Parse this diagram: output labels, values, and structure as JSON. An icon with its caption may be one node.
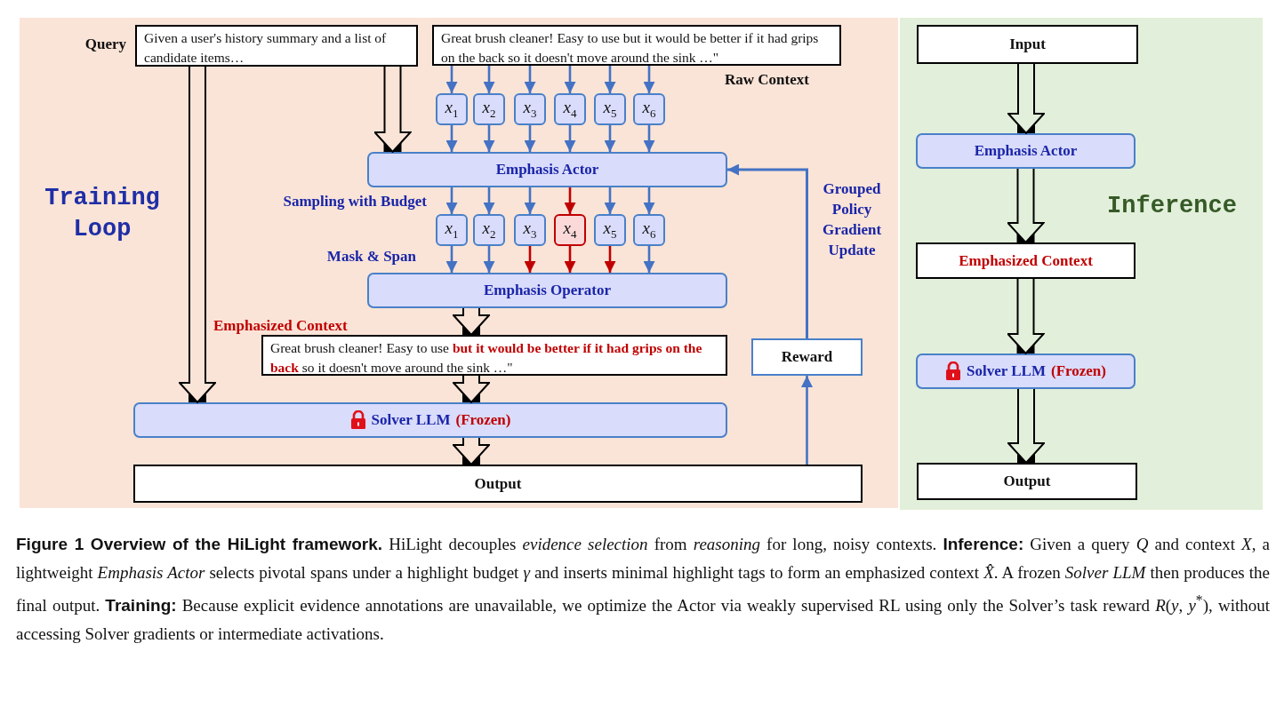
{
  "diagram": {
    "caption": "**Figure 1  Overview of the HiLight framework.** HiLight decouples *evidence selection* from *reasoning* for long, noisy contexts. **Inference:** Given a query *Q* and context *X*, a lightweight *Emphasis Actor* selects pivotal spans under a highlight budget *γ* and inserts minimal highlight tags to form an emphasized context *X̂*. A frozen *Solver LLM* then produces the final output. **Training:** Because explicit evidence annotations are unavailable, we optimize the Actor via weakly supervised RL using only the Solver’s task reward *R*(*y*, *y*$^{*}$), without accessing Solver gradients or intermediate activations.",
    "nodes": [
      {
        "text": [
          "Training Loop"
        ]
      },
      {
        "text": [
          "Inference"
        ]
      },
      {
        "text": [
          "Given a user's history summary and a list of candidate items…"
        ],
        "beside": [
          "Query"
        ],
        "in": 0
      },
      {
        "text": [
          "Great brush cleaner! Easy to use but it would be better if it had grips on the back so it doesn't move around the sink …\""
        ],
        "beside": [
          "Raw Context"
        ],
        "in": 0
      },
      {
        "text": [
          "*x*$_{1}$"
        ],
        "in": 0
      },
      {
        "text": [
          "*x*$_{2}$"
        ],
        "in": 0
      },
      {
        "text": [
          "*x*$_{3}$"
        ],
        "in": 0
      },
      {
        "text": [
          "*x*$_{4}$"
        ],
        "in": 0
      },
      {
        "text": [
          "*x*$_{5}$"
        ],
        "in": 0
      },
      {
        "text": [
          "*x*$_{6}$"
        ],
        "in": 0
      },
      {
        "text": [
          "Emphasis Actor"
        ],
        "in": 0
      },
      {
        "text": [
          "*x*$_{1}$"
        ],
        "in": 0
      },
      {
        "text": [
          "*x*$_{2}$"
        ],
        "in": 0
      },
      {
        "text": [
          "*x*$_{3}$"
        ],
        "in": 0
      },
      {
        "text": [
          "*x*$_{4}$"
        ],
        "in": 0
      },
      {
        "text": [
          "*x*$_{5}$"
        ],
        "in": 0
      },
      {
        "text": [
          "*x*$_{6}$"
        ],
        "in": 0
      },
      {
        "text": [
          "Emphasis Operator"
        ],
        "in": 0
      },
      {
        "text": [
          "Great brush cleaner! Easy to use **but it would be better if it had grips on the back** so it doesn't move around the sink …\""
        ],
        "beside": [
          "Emphasized Context"
        ],
        "in": 0
      },
      {
        "text": [
          "Solver LLM",
          "(Frozen)"
        ],
        "in": 0
      },
      {
        "text": [
          "Reward"
        ],
        "in": 0
      },
      {
        "text": [
          "Output"
        ],
        "in": 0
      },
      {
        "text": [
          "Input"
        ],
        "in": 1
      },
      {
        "text": [
          "Emphasis Actor"
        ],
        "in": 1
      },
      {
        "text": [
          "Emphasized Context"
        ],
        "in": 1
      },
      {
        "text": [
          "Solver LLM",
          "(Frozen)"
        ],
        "in": 1
      },
      {
        "text": [
          "Output"
        ],
        "in": 1
      }
    ],
    "edges": [
      {
        "from": 3,
        "to": 4,
        "arrow": "to"
      },
      {
        "from": 3,
        "to": 5,
        "arrow": "to"
      },
      {
        "from": 3,
        "to": 6,
        "arrow": "to"
      },
      {
        "from": 3,
        "to": 7,
        "arrow": "to"
      },
      {
        "from": 3,
        "to": 8,
        "arrow": "to"
      },
      {
        "from": 3,
        "to": 9,
        "arrow": "to"
      },
      {
        "from": 4,
        "to": 10,
        "arrow": "to"
      },
      {
        "from": 5,
        "to": 10,
        "arrow": "to"
      },
      {
        "from": 6,
        "to": 10,
        "arrow": "to"
      },
      {
        "from": 7,
        "to": 10,
        "arrow": "to"
      },
      {
        "from": 8,
        "to": 10,
        "arrow": "to"
      },
      {
        "from": 9,
        "to": 10,
        "arrow": "to"
      },
      {
        "from": 10,
        "to": 11,
        "arrow": "to"
      },
      {
        "from": 10,
        "to": 12,
        "arrow": "to"
      },
      {
        "from": 10,
        "to": 13,
        "arrow": "to"
      },
      {
        "from": 10,
        "to": 14,
        "arrow": "to",
        "color": "#c00000"
      },
      {
        "from": 10,
        "to": 15,
        "arrow": "to"
      },
      {
        "from": 10,
        "to": 16,
        "arrow": "to"
      },
      {
        "from": 11,
        "to": 17,
        "arrow": "to"
      },
      {
        "from": 12,
        "to": 17,
        "arrow": "to"
      },
      {
        "from": 13,
        "to": 17,
        "arrow": "to",
        "color": "#c00000"
      },
      {
        "from": 14,
        "to": 17,
        "arrow": "to",
        "color": "#c00000"
      },
      {
        "from": 15,
        "to": 17,
        "arrow": "to",
        "color": "#c00000"
      },
      {
        "from": 16,
        "to": 17,
        "arrow": "to"
      },
      {
        "from": 2,
        "to": 10,
        "arrow": "to",
        "style": "thick",
        "color": "#000000"
      },
      {
        "from": 2,
        "to": 19,
        "arrow": "to",
        "style": "thick",
        "color": "#000000"
      },
      {
        "from": 17,
        "to": 18,
        "arrow": "to",
        "style": "thick",
        "color": "#000000"
      },
      {
        "from": 18,
        "to": 19,
        "arrow": "to",
        "style": "thick",
        "color": "#000000"
      },
      {
        "from": 19,
        "to": 21,
        "arrow": "to",
        "style": "thick",
        "color": "#000000"
      },
      {
        "from": 21,
        "to": 20,
        "arrow": "to"
      },
      {
        "from": 20,
        "to": 10,
        "arrow": "to",
        "label": "Grouped Policy Gradient Update"
      },
      {
        "from": 22,
        "to": 23,
        "arrow": "to",
        "style": "thick",
        "color": "#000000"
      },
      {
        "from": 23,
        "to": 24,
        "arrow": "to",
        "style": "thick",
        "color": "#000000"
      },
      {
        "from": 24,
        "to": 25,
        "arrow": "to",
        "style": "thick",
        "color": "#000000"
      },
      {
        "from": 25,
        "to": 26,
        "arrow": "to",
        "style": "thick",
        "color": "#000000"
      }
    ],
    "labels": [
      "Sampling with Budget",
      "Mask & Span"
    ]
  }
}
